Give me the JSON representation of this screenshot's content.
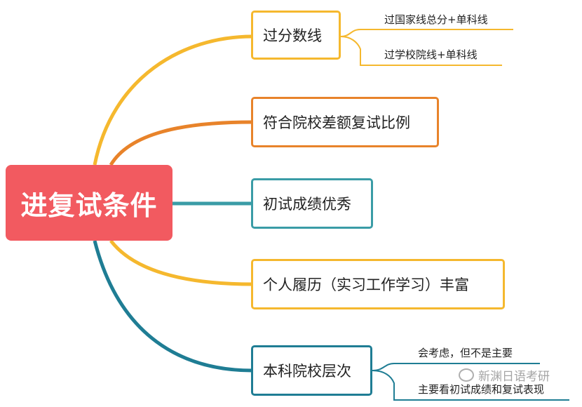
{
  "mindmap": {
    "root": {
      "label": "进复试条件",
      "color": "#f25a60"
    },
    "branches": [
      {
        "label": "过分数线",
        "color": "#f5b82e",
        "children": [
          "过国家线总分+单科线",
          "过学校院线+单科线"
        ]
      },
      {
        "label": "符合院校差额复试比例",
        "color": "#e8832a",
        "children": []
      },
      {
        "label": "初试成绩优秀",
        "color": "#3a9ca6",
        "children": []
      },
      {
        "label": "个人履历（实习工作学习）丰富",
        "color": "#f5b82e",
        "children": []
      },
      {
        "label": "本科院校层次",
        "color": "#1f7d94",
        "children": [
          "会考虑，但不是主要",
          "主要看初试成绩和复试表现"
        ]
      }
    ]
  },
  "watermark": {
    "text": "新渊日语考研"
  }
}
